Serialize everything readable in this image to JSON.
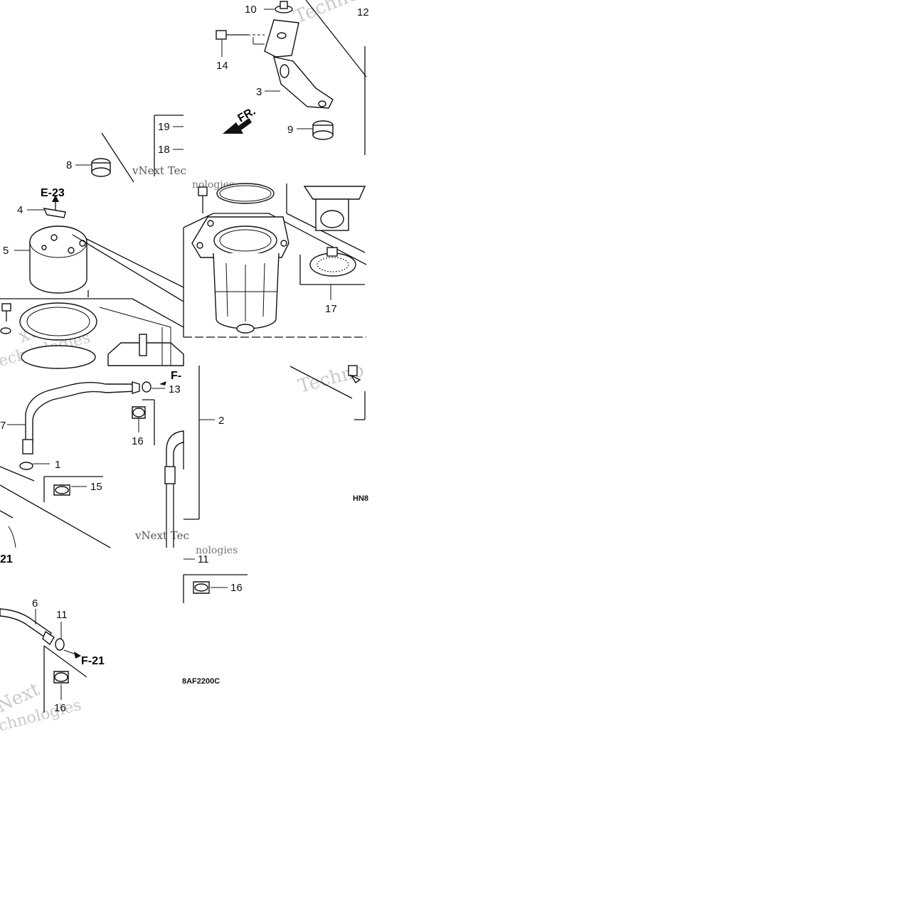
{
  "callouts": [
    {
      "id": "c10",
      "text": "10"
    },
    {
      "id": "c12",
      "text": "12"
    },
    {
      "id": "c14",
      "text": "14"
    },
    {
      "id": "c3",
      "text": "3"
    },
    {
      "id": "c9",
      "text": "9"
    },
    {
      "id": "c19",
      "text": "19"
    },
    {
      "id": "c18",
      "text": "18"
    },
    {
      "id": "c8",
      "text": "8"
    },
    {
      "id": "c4",
      "text": "4"
    },
    {
      "id": "c5",
      "text": "5"
    },
    {
      "id": "c17",
      "text": "17"
    },
    {
      "id": "c13",
      "text": "13"
    },
    {
      "id": "c2",
      "text": "2"
    },
    {
      "id": "c7",
      "text": "7"
    },
    {
      "id": "c16a",
      "text": "16"
    },
    {
      "id": "c1",
      "text": "1"
    },
    {
      "id": "c15",
      "text": "15"
    },
    {
      "id": "c11a",
      "text": "11"
    },
    {
      "id": "c16b",
      "text": "16"
    },
    {
      "id": "c6",
      "text": "6"
    },
    {
      "id": "c11b",
      "text": "11"
    },
    {
      "id": "c16c",
      "text": "16"
    }
  ],
  "refs": {
    "e23": "E-23",
    "f21_top": "F-",
    "f21_mid": "21",
    "f21_bottom": "F-21",
    "front": "FR."
  },
  "codes": {
    "diagram_code": "8AF2200C",
    "side_code": "HN8"
  },
  "watermarks": {
    "w1": "Techno",
    "w2": "vNext Tec",
    "w3": "nologies",
    "w4": "xt",
    "w5": "echnologies",
    "w6": "Techno",
    "w7": "vNext Tec",
    "w8": "nologies",
    "w9": "Next",
    "w10": "chnologies"
  }
}
